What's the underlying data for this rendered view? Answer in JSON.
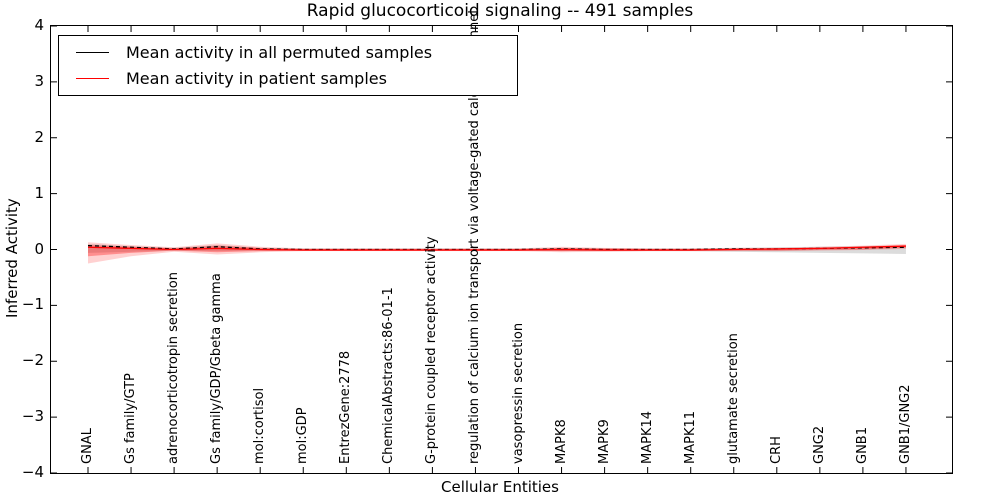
{
  "title": "Rapid glucocorticoid signaling -- 491 samples",
  "axes": {
    "xlabel": "Cellular Entities",
    "ylabel": "Inferred Activity",
    "ytick_labels": [
      "4",
      "3",
      "2",
      "1",
      "0",
      "−1",
      "−2",
      "−3",
      "−4"
    ],
    "ytick_values": [
      4,
      3,
      2,
      1,
      0,
      -1,
      -2,
      -3,
      -4
    ]
  },
  "legend": {
    "items": [
      {
        "label": "Mean activity in all permuted samples",
        "color": "#000000"
      },
      {
        "label": "Mean activity in patient samples",
        "color": "#ff0000"
      }
    ]
  },
  "chart_data": {
    "type": "line",
    "title": "Rapid glucocorticoid signaling -- 491 samples",
    "xlabel": "Cellular Entities",
    "ylabel": "Inferred Activity",
    "ylim": [
      -4,
      4
    ],
    "grid": false,
    "legend_position": "upper left",
    "categories": [
      "GNAL",
      "Gs family/GTP",
      "adrenocorticotropin secretion",
      "Gs family/GDP/Gbeta gamma",
      "mol:cortisol",
      "mol:GDP",
      "EntrezGene:2778",
      "ChemicalAbstracts:86-01-1",
      "G-protein coupled receptor activity",
      "regulation of calcium ion transport via voltage-gated calcium channel",
      "vasopressin secretion",
      "MAPK8",
      "MAPK9",
      "MAPK14",
      "MAPK11",
      "glutamate secretion",
      "CRH",
      "GNG2",
      "GNB1",
      "GNB1/GNG2"
    ],
    "series": [
      {
        "name": "Mean activity in all permuted samples",
        "color": "#000000",
        "style": "dashed",
        "values": [
          0.07,
          0.04,
          0.01,
          0.05,
          0.01,
          0.0,
          0.0,
          0.0,
          0.0,
          0.0,
          0.0,
          0.01,
          0.0,
          0.0,
          0.0,
          0.01,
          0.01,
          0.02,
          0.03,
          0.04
        ]
      },
      {
        "name": "Mean activity in patient samples",
        "color": "#ff0000",
        "style": "solid",
        "values": [
          0.04,
          0.02,
          0.0,
          0.02,
          0.0,
          -0.01,
          -0.01,
          -0.01,
          -0.01,
          -0.01,
          -0.01,
          0.0,
          -0.01,
          -0.01,
          -0.01,
          0.0,
          0.01,
          0.02,
          0.04,
          0.06
        ]
      }
    ],
    "bands": [
      {
        "name": "permuted-samples-std-band",
        "color": "rgba(130,130,130,0.28)",
        "upper": [
          0.1,
          0.06,
          0.03,
          0.08,
          0.03,
          0.02,
          0.02,
          0.02,
          0.02,
          0.02,
          0.02,
          0.03,
          0.02,
          0.02,
          0.02,
          0.03,
          0.04,
          0.05,
          0.06,
          0.07
        ],
        "lower": [
          -0.06,
          -0.04,
          -0.02,
          -0.03,
          -0.02,
          -0.02,
          -0.02,
          -0.02,
          -0.02,
          -0.02,
          -0.02,
          -0.03,
          -0.03,
          -0.03,
          -0.03,
          -0.04,
          -0.05,
          -0.06,
          -0.07,
          -0.08
        ]
      },
      {
        "name": "patient-samples-band-outer",
        "color": "rgba(255,0,0,0.18)",
        "upper": [
          0.13,
          0.08,
          0.04,
          0.11,
          0.05,
          0.02,
          0.02,
          0.02,
          0.02,
          0.02,
          0.02,
          0.05,
          0.03,
          0.02,
          0.02,
          0.03,
          0.03,
          0.05,
          0.07,
          0.1
        ],
        "lower": [
          -0.25,
          -0.12,
          -0.04,
          -0.09,
          -0.05,
          -0.03,
          -0.03,
          -0.03,
          -0.03,
          -0.03,
          -0.03,
          -0.05,
          -0.04,
          -0.03,
          -0.03,
          -0.03,
          -0.03,
          -0.02,
          -0.01,
          0.01
        ]
      },
      {
        "name": "patient-samples-band-inner",
        "color": "rgba(255,0,0,0.32)",
        "upper": [
          0.08,
          0.05,
          0.02,
          0.07,
          0.03,
          0.01,
          0.01,
          0.01,
          0.01,
          0.01,
          0.01,
          0.03,
          0.02,
          0.01,
          0.01,
          0.02,
          0.02,
          0.03,
          0.05,
          0.08
        ],
        "lower": [
          -0.12,
          -0.06,
          -0.02,
          -0.05,
          -0.03,
          -0.02,
          -0.02,
          -0.02,
          -0.02,
          -0.02,
          -0.02,
          -0.03,
          -0.02,
          -0.02,
          -0.02,
          -0.02,
          -0.02,
          -0.01,
          0.0,
          0.03
        ]
      }
    ]
  }
}
